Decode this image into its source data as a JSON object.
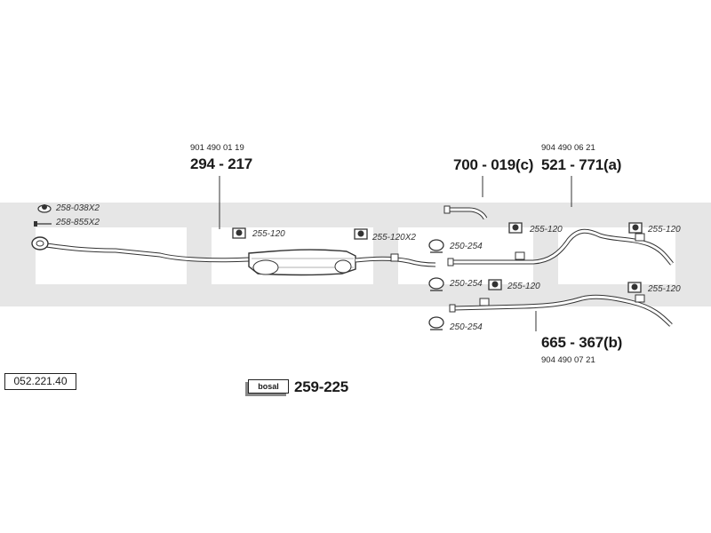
{
  "diagram_code": "052.221.40",
  "parts": {
    "front_pipe": {
      "oe_number": "901 490 01 19",
      "part_number": "294 - 217"
    },
    "connector": {
      "part_number": "700 - 019(c)"
    },
    "rear_pipe_a": {
      "oe_number": "904 490 06 21",
      "part_number": "521 - 771(a)"
    },
    "rear_pipe_b": {
      "oe_number": "904 490 07 21",
      "part_number": "665 - 367(b)"
    },
    "assembly_kit": {
      "badge_text": "bosal",
      "part_number": "259-225"
    }
  },
  "accessories": {
    "gasket_front": "258-038X2",
    "bolt_front": "258-855X2",
    "clamp_front_pipe": "255-120",
    "clamp_center": "255-120X2",
    "clamp_ring_top": "250-254",
    "clamp_ring_mid": "250-254",
    "clamp_ring_bottom": "250-254",
    "hanger_a_front": "255-120",
    "hanger_a_rear": "255-120",
    "hanger_b_front": "255-120",
    "hanger_b_rear": "255-120"
  },
  "colors": {
    "watermark": "#e6e6e6",
    "line": "#333333",
    "part_fill": "#ffffff"
  }
}
